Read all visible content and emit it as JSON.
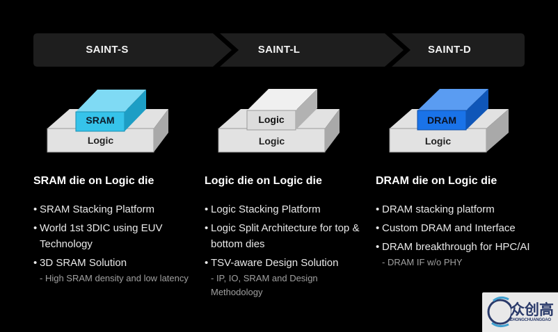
{
  "banner": {
    "steps": [
      "SAINT-S",
      "SAINT-L",
      "SAINT-D"
    ]
  },
  "columns": [
    {
      "top_label": "SRAM",
      "bottom_label": "Logic",
      "top_color": "#36c3ea",
      "top_text_color": "#0d1b2a",
      "heading": "SRAM die on Logic die",
      "bullets": [
        "SRAM Stacking Platform",
        "World 1st 3DIC using EUV Technology",
        "3D SRAM Solution"
      ],
      "sub": "- High SRAM density and low latency"
    },
    {
      "top_label": "Logic",
      "bottom_label": "Logic",
      "top_color": "#dcdcdc",
      "top_text_color": "#111111",
      "heading": "Logic die on Logic die",
      "bullets": [
        "Logic Stacking Platform",
        "Logic Split Architecture for top & bottom dies",
        "TSV-aware Design Solution"
      ],
      "sub": "- IP, IO, SRAM and Design Methodology"
    },
    {
      "top_label": "DRAM",
      "bottom_label": "Logic",
      "top_color": "#1a73e8",
      "top_text_color": "#0a1020",
      "heading": "DRAM die on Logic die",
      "bullets": [
        "DRAM stacking platform",
        "Custom DRAM and Interface",
        "DRAM breakthrough for HPC/AI"
      ],
      "sub": "- DRAM IF w/o PHY"
    }
  ],
  "watermark": {
    "name": "众创高",
    "sub": "ZHONGCHUANGGAO"
  }
}
